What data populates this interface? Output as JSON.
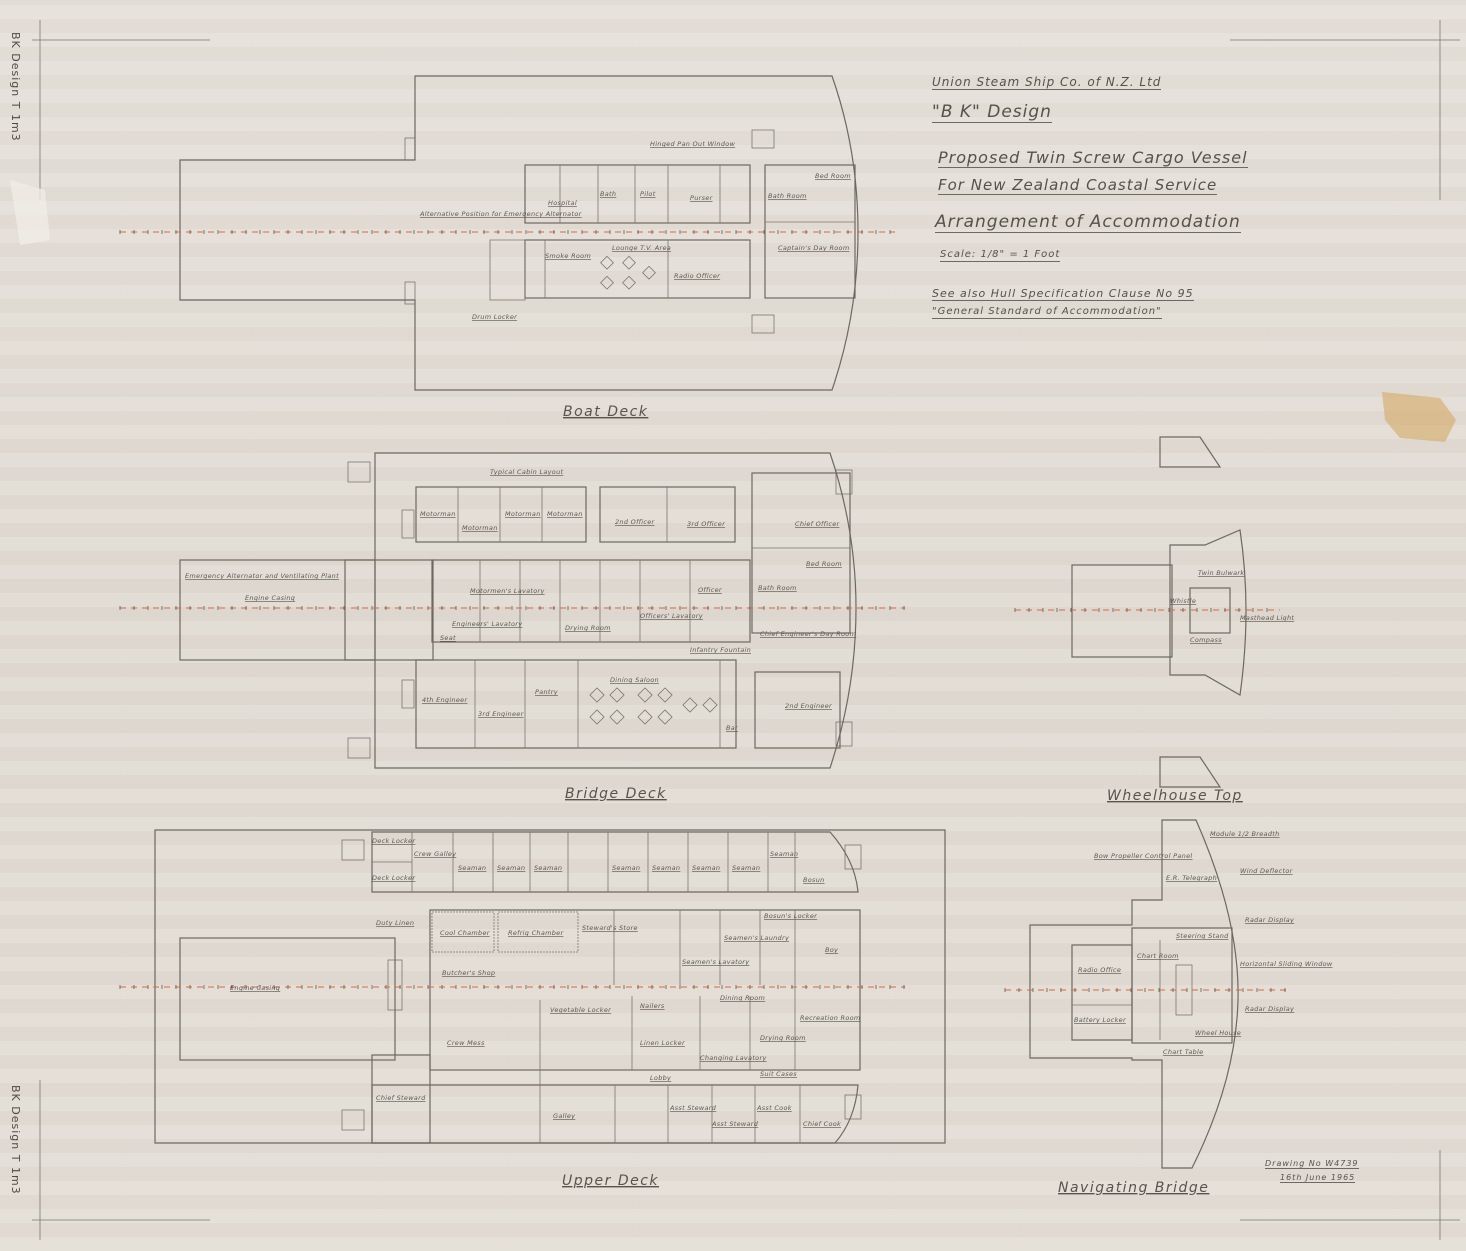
{
  "title_block": {
    "company": "Union Steam Ship Co. of N.Z. Ltd",
    "design": "\"B K\" Design",
    "line1": "Proposed Twin Screw Cargo Vessel",
    "line2": "For New Zealand Coastal Service",
    "line3": "Arrangement of Accommodation",
    "scale": "Scale: 1/8\" = 1 Foot",
    "ref1": "See also Hull Specification Clause No 95",
    "ref2": "\"General Standard of Accommodation\""
  },
  "drawing": {
    "number": "Drawing No W4739",
    "date": "16th June 1965"
  },
  "side_label": "BK Design T 1m3",
  "decks": {
    "boat": {
      "title": "Boat Deck",
      "rooms": [
        "Hospital",
        "Bath",
        "Pilot",
        "Purser",
        "Smoke Room",
        "Lounge T.V. Area",
        "Radio Officer",
        "Captain's Day Room",
        "Bed Room",
        "Bath Room",
        "Alternative Position for Emergency Alternator",
        "Drum Locker",
        "Hinged Pan Out Window"
      ]
    },
    "bridge": {
      "title": "Bridge Deck",
      "rooms": [
        "Typical Cabin Layout",
        "Motorman",
        "Motorman",
        "Motorman",
        "Motorman",
        "2nd Officer",
        "3rd Officer",
        "Chief Officer",
        "Bed Room",
        "Bath Room",
        "Chief Engineer's Day Room",
        "Engine Casing",
        "Emergency Alternator and Ventilating Plant",
        "Motormen's Lavatory",
        "Engineers' Lavatory",
        "Officers' Lavatory",
        "Drying Room",
        "Dining Saloon",
        "4th Engineer",
        "3rd Engineer",
        "Pantry",
        "2nd Engineer",
        "Officer",
        "Bar",
        "Seat",
        "Infantry Fountain"
      ]
    },
    "upper": {
      "title": "Upper Deck",
      "rooms": [
        "Deck Locker",
        "Deck Locker",
        "Crew Galley",
        "Seaman",
        "Seaman",
        "Seaman",
        "Seaman",
        "Seaman",
        "Seaman",
        "Seaman",
        "Seaman",
        "Bosun",
        "Duty Linen",
        "Cool Chamber",
        "Refrig Chamber",
        "Butcher's Shop",
        "Steward's Store",
        "Seamen's Lavatory",
        "Seamen's Laundry",
        "Bosun's Locker",
        "Boy",
        "Crew Mess",
        "Galley",
        "Chief Steward",
        "Linen Locker",
        "Dining Room",
        "Changing Lavatory",
        "Recreation Room",
        "Asst Steward",
        "Asst Steward",
        "Asst Cook",
        "Chief Cook",
        "Engine Casing",
        "Vegetable Locker",
        "Nailers",
        "Drying Room",
        "Suit Cases",
        "Lobby"
      ]
    },
    "wheelhouse_top": {
      "title": "Wheelhouse Top",
      "rooms": [
        "Twin Bulwark",
        "Whistle",
        "Compass",
        "Masthead Light"
      ]
    },
    "nav_bridge": {
      "title": "Navigating Bridge",
      "rooms": [
        "Radio Office",
        "Battery Locker",
        "Chart Room",
        "Wheel House",
        "Chart Table",
        "Radar Display",
        "Wind Deflector",
        "Bow Propeller Control Panel",
        "E.R. Telegraph",
        "Module 1/2 Breadth",
        "Steering Stand",
        "Radar Display",
        "Horizontal Sliding Window"
      ]
    }
  },
  "colors": {
    "paper": "#e4ded6",
    "pencil": "#6d6862",
    "centerline": "#d9693b",
    "stain": "#d4a45a"
  }
}
